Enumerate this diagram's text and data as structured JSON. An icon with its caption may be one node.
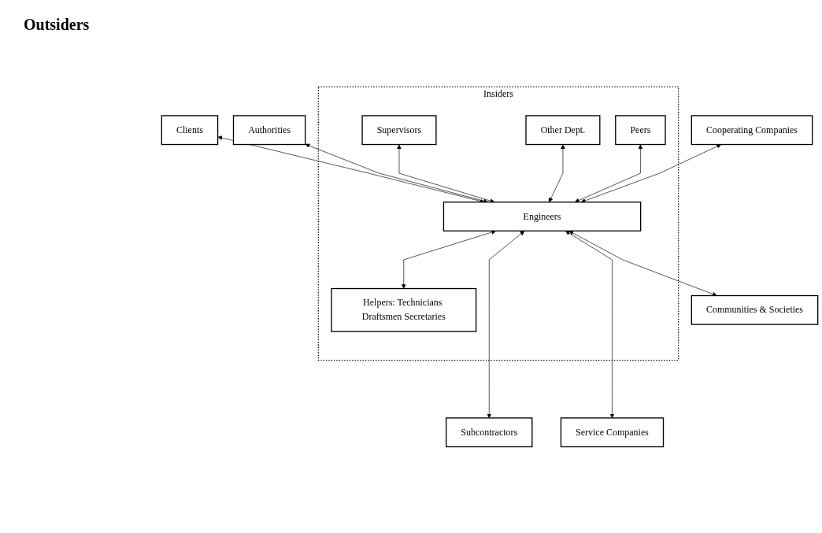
{
  "diagram": {
    "nodes": [
      {
        "text": [
          "Clients"
        ]
      },
      {
        "text": [
          "Authorities"
        ]
      },
      {
        "text": [
          "Insiders"
        ]
      },
      {
        "text": [
          "Supervisors"
        ],
        "in": 2
      },
      {
        "text": [
          "Other Dept."
        ],
        "in": 2
      },
      {
        "text": [
          "Engineers"
        ],
        "in": 2
      },
      {
        "text": [
          "Peers"
        ],
        "in": 2
      },
      {
        "text": [
          "Cooperating Companies"
        ]
      },
      {
        "text": [
          "Communities & Societies"
        ]
      },
      {
        "text": [
          "Helpers: Technicians Draftsmen Secretaries"
        ],
        "in": 2
      },
      {
        "text": [
          "Subcontractors"
        ]
      },
      {
        "text": [
          "Service Companies"
        ]
      }
    ],
    "edges": [
      {
        "from": 5,
        "to": 0,
        "arrow": "both"
      },
      {
        "from": 5,
        "to": 1,
        "arrow": "both"
      },
      {
        "from": 5,
        "to": 3,
        "arrow": "both"
      },
      {
        "from": 4,
        "to": 5,
        "arrow": "both"
      },
      {
        "from": 5,
        "to": 6,
        "arrow": "both"
      },
      {
        "from": 5,
        "to": 7,
        "arrow": "both"
      },
      {
        "from": 5,
        "to": 8,
        "arrow": "both"
      },
      {
        "from": 5,
        "to": 9,
        "arrow": "both"
      },
      {
        "from": 5,
        "to": 10,
        "arrow": "both"
      },
      {
        "from": 5,
        "to": 11,
        "arrow": "both"
      }
    ],
    "labels": [
      "Outsiders"
    ]
  }
}
